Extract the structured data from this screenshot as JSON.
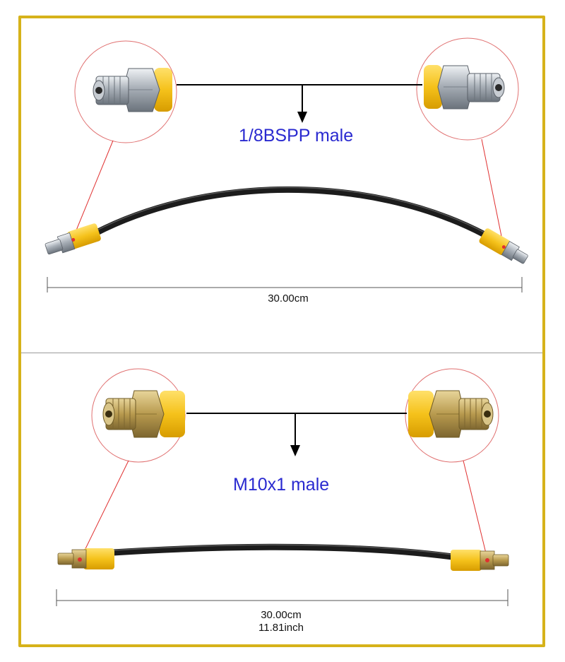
{
  "colors": {
    "frame": "#d6b21a",
    "label": "#2a2ad0",
    "fitting_yellow": "#f5c21b",
    "hose": "#1c1c1c",
    "leader_red": "#e03030"
  },
  "sections": [
    {
      "thread_label": "1/8BSPP male",
      "dimension_lines": [
        "30.00cm"
      ]
    },
    {
      "thread_label": "M10x1 male",
      "dimension_lines": [
        "30.00cm",
        "11.81inch"
      ]
    }
  ]
}
